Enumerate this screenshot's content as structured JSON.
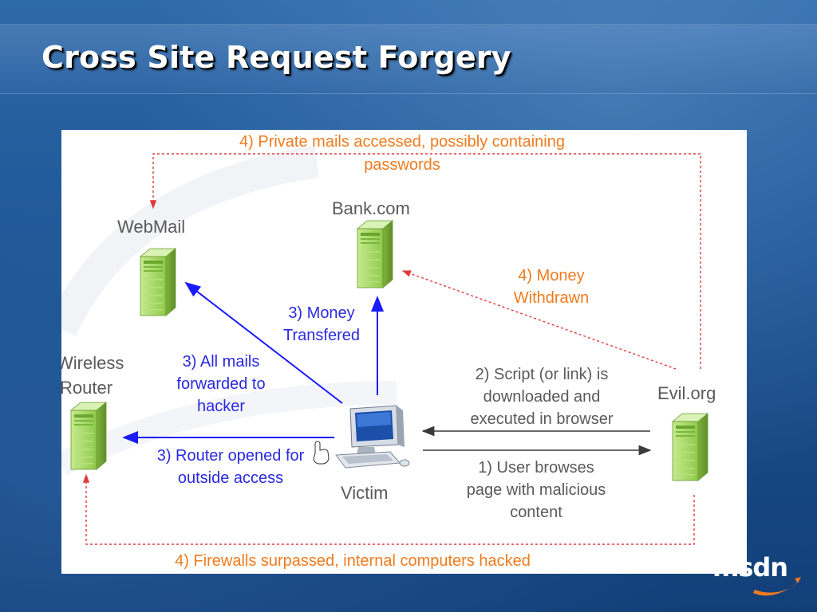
{
  "slide": {
    "title": "Cross Site Request Forgery",
    "logo_text": "msdn"
  },
  "diagram": {
    "nodes": {
      "webmail": "WebMail",
      "bank": "Bank.com",
      "router_line1": "Wireless",
      "router_line2": "Router",
      "evil": "Evil.org",
      "victim": "Victim"
    },
    "edges": {
      "private_mails_line1": "4) Private mails accessed, possibly containing",
      "private_mails_line2": "passwords",
      "money_withdrawn_line1": "4) Money",
      "money_withdrawn_line2": "Withdrawn",
      "money_transfered_line1": "3) Money",
      "money_transfered_line2": "Transfered",
      "mails_forwarded_line1": "3) All mails",
      "mails_forwarded_line2": "forwarded to",
      "mails_forwarded_line3": "hacker",
      "router_opened_line1": "3) Router opened for",
      "router_opened_line2": "outside access",
      "script_line1": "2) Script (or link) is",
      "script_line2": "downloaded and",
      "script_line3": "executed in browser",
      "user_browses_line1": "1) User browses",
      "user_browses_line2": "page with malicious",
      "user_browses_line3": "content",
      "firewalls": "4) Firewalls surpassed, internal computers hacked"
    },
    "colors": {
      "orange": "#f07b1e",
      "blue": "#1a1aff",
      "red_dashed": "#e23a3a",
      "gray_text": "#5a5a5a",
      "server_green": "#a8d86a"
    }
  }
}
